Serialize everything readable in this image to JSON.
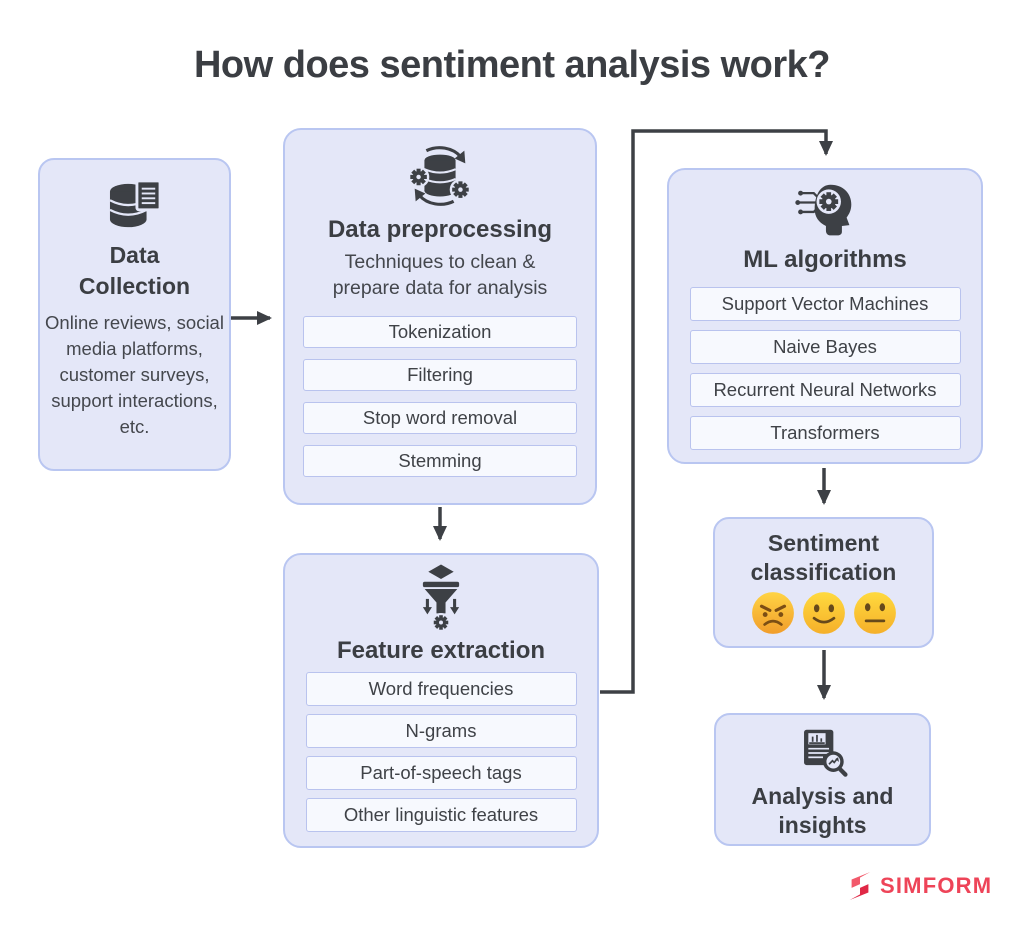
{
  "title": "How does sentiment analysis work?",
  "colors": {
    "node_background": "#e4e7f8",
    "node_border": "#b9c6f1",
    "item_background": "#f7f9fe",
    "item_border": "#b9c3ee",
    "flow_line": "#3d4045",
    "brand_red": "#ee4458"
  },
  "nodes": {
    "data_collection": {
      "icon": "database-document-icon",
      "title": "Data Collection",
      "description": "Online reviews, social media platforms, customer surveys, support interactions, etc."
    },
    "data_preprocessing": {
      "icon": "database-process-icon",
      "title": "Data preprocessing",
      "subtitle": "Techniques to clean & prepare data for analysis",
      "items": [
        "Tokenization",
        "Filtering",
        "Stop word removal",
        "Stemming"
      ]
    },
    "ml_algorithms": {
      "icon": "ai-head-gear-icon",
      "title": "ML algorithms",
      "items": [
        "Support Vector Machines",
        "Naive Bayes",
        "Recurrent Neural Networks",
        "Transformers"
      ]
    },
    "feature_extraction": {
      "icon": "funnel-gear-icon",
      "title": "Feature extraction",
      "items": [
        "Word frequencies",
        "N-grams",
        "Part-of-speech tags",
        "Other linguistic features"
      ]
    },
    "sentiment_classification": {
      "title": "Sentiment classification",
      "emojis": [
        "angry-face",
        "slightly-smiling-face",
        "neutral-face"
      ]
    },
    "analysis_insights": {
      "icon": "report-magnifier-icon",
      "title": "Analysis and insights"
    }
  },
  "flow": [
    "data_collection -> data_preprocessing",
    "data_preprocessing -> feature_extraction",
    "feature_extraction -> ml_algorithms",
    "ml_algorithms -> sentiment_classification",
    "sentiment_classification -> analysis_insights"
  ],
  "footer": {
    "brand": "SIMFORM"
  }
}
